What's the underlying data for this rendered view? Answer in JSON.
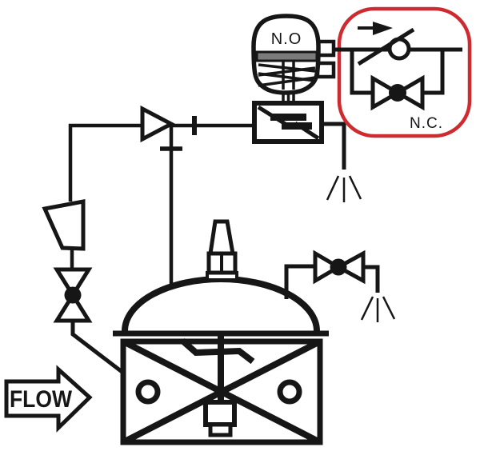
{
  "diagram": {
    "labels": {
      "actuator": "N.O",
      "bypass": "N.C.",
      "flow": "FLOW"
    },
    "colors": {
      "line_ink": "#161616",
      "highlight_red": "#cd2b30",
      "diaphragm_gray": "#7b7b7b",
      "background": "#ffffff"
    },
    "components": [
      "normally-open-pilot-actuator",
      "pilot-valve-body",
      "check-valve",
      "filter-funnel",
      "inlet-isolation-valve",
      "main-diaphragm-valve-with-dome",
      "drain-valve-with-spray-vent",
      "pilot-exhaust-vent",
      "normally-closed-bypass-with-swing-check (red highlight)",
      "flow-direction-arrow"
    ]
  }
}
